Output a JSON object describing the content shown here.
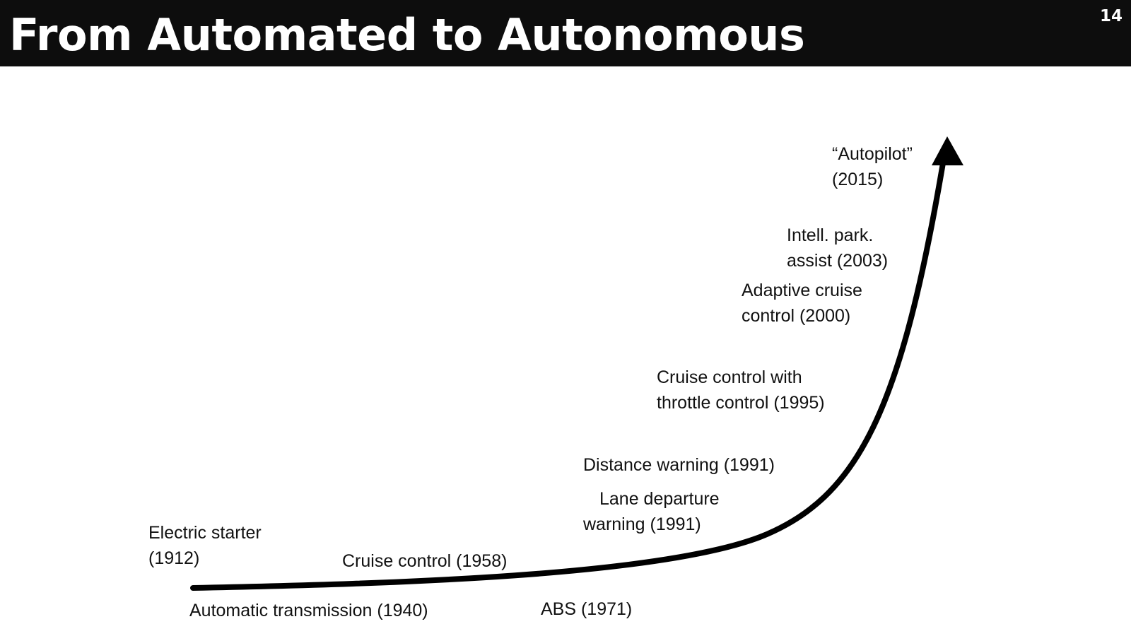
{
  "slide": {
    "title": "From Automated to Autonomous",
    "page_number": "14"
  },
  "milestones": [
    {
      "id": "electric-starter",
      "lines": [
        "Electric starter",
        "(1912)"
      ]
    },
    {
      "id": "automatic-transmission",
      "lines": [
        "Automatic transmission (1940)"
      ]
    },
    {
      "id": "cruise-control",
      "lines": [
        "Cruise control (1958)"
      ]
    },
    {
      "id": "abs",
      "lines": [
        "ABS (1971)"
      ]
    },
    {
      "id": "lane-departure-warning",
      "lines": [
        "Lane departure",
        "warning (1991)"
      ]
    },
    {
      "id": "distance-warning",
      "lines": [
        "Distance warning (1991)"
      ]
    },
    {
      "id": "cruise-control-throttle",
      "lines": [
        "Cruise control with",
        "throttle control (1995)"
      ]
    },
    {
      "id": "adaptive-cruise-control",
      "lines": [
        "Adaptive cruise",
        "control (2000)"
      ]
    },
    {
      "id": "intelligent-park-assist",
      "lines": [
        "Intell. park.",
        "assist (2003)"
      ]
    },
    {
      "id": "autopilot",
      "lines": [
        "“Autopilot”",
        "(2015)"
      ]
    }
  ],
  "colors": {
    "title_bar": "#0d0d0d",
    "title_text": "#ffffff",
    "curve": "#000000",
    "label_text": "#111111"
  }
}
